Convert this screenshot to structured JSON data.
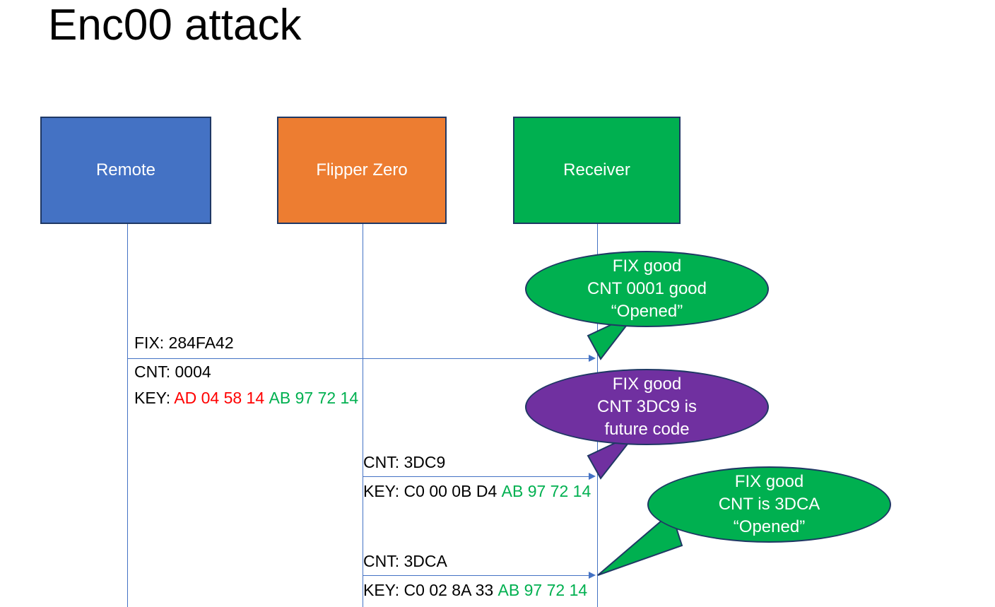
{
  "slide": {
    "title": "Enc00 attack",
    "background": "#ffffff"
  },
  "colors": {
    "remote": "#4472C4",
    "flipper": "#ED7D31",
    "receiver": "#00B050",
    "bubble_good": "#00B050",
    "bubble_future": "#7030A0",
    "outline": "#1F3864",
    "line": "#4472C4",
    "key_bad": "#FF0000",
    "key_good": "#00B050"
  },
  "actors": [
    {
      "id": "remote",
      "label": "Remote"
    },
    {
      "id": "flipper",
      "label": "Flipper Zero"
    },
    {
      "id": "receiver",
      "label": "Receiver"
    }
  ],
  "messages": [
    {
      "id": "msg-1",
      "from": "remote",
      "to": "receiver",
      "line1": "FIX: 284FA42",
      "line2": "CNT: 0004",
      "key_label": "KEY: ",
      "key_bad": "AD 04 58 14",
      "key_good": "AB 97 72 14"
    },
    {
      "id": "msg-2",
      "from": "flipper",
      "to": "receiver",
      "line1": "CNT: 3DC9",
      "key_label": "KEY: ",
      "key_bad": "C0 00 0B D4",
      "key_good": "AB 97 72 14"
    },
    {
      "id": "msg-3",
      "from": "flipper",
      "to": "receiver",
      "line1": "CNT: 3DCA",
      "key_label": "KEY: ",
      "key_bad": "C0 02 8A 33",
      "key_good": "AB 97 72 14"
    }
  ],
  "bubbles": [
    {
      "id": "bubble-1",
      "color": "green",
      "lines": [
        "FIX good",
        "CNT 0001 good",
        "“Opened”"
      ]
    },
    {
      "id": "bubble-2",
      "color": "purple",
      "lines": [
        "FIX good",
        "CNT 3DC9 is",
        "future code"
      ]
    },
    {
      "id": "bubble-3",
      "color": "green",
      "lines": [
        "FIX good",
        "CNT is 3DCA",
        "“Opened”"
      ]
    }
  ]
}
